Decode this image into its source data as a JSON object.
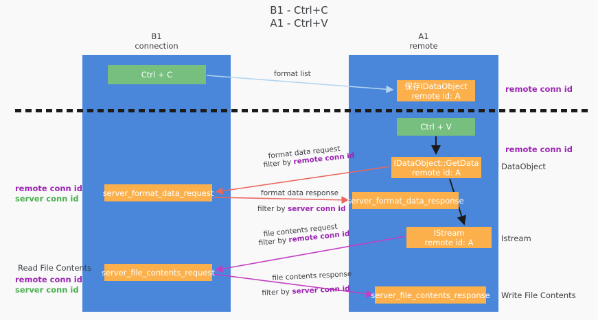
{
  "title": {
    "line1": "B1 - Ctrl+C",
    "line2": "A1 - Ctrl+V"
  },
  "columns": [
    {
      "id": "b1",
      "name": "B1",
      "role": "connection"
    },
    {
      "id": "a1",
      "name": "A1",
      "role": "remote"
    }
  ],
  "nodes": {
    "ctrl_c": {
      "label": "Ctrl + C",
      "color": "#76bf7e",
      "column": "b1"
    },
    "data_object": {
      "line1": "保存IDataObject",
      "line2": "remote id: A",
      "color": "#fbb04b",
      "column": "a1"
    },
    "ctrl_v": {
      "label": "Ctrl + V",
      "color": "#76bf7e",
      "column": "a1"
    },
    "get_data": {
      "line1": "IDataObject::GetData",
      "line2": "remote id: A",
      "color": "#fbb04b",
      "column": "a1"
    },
    "format_req": {
      "label": "server_format_data_request",
      "color": "#fbb04b",
      "column": "b1"
    },
    "format_resp": {
      "label": "server_format_data_response",
      "color": "#fbb04b",
      "column": "a1"
    },
    "istream": {
      "line1": "IStream",
      "line2": "remote id: A",
      "color": "#fbb04b",
      "column": "a1"
    },
    "file_req": {
      "label": "server_file_contents_request",
      "color": "#fbb04b",
      "column": "b1"
    },
    "file_resp": {
      "label": "server_file_contents_response",
      "color": "#fbb04b",
      "column": "a1"
    }
  },
  "arrow_captions": {
    "format_list": "format list",
    "format_data_request": "format data request",
    "format_data_request_filter_prefix": "filter by ",
    "format_data_request_filter_key": "remote conn id",
    "format_data_response": "format data response",
    "format_data_response_filter_prefix": "filter by ",
    "format_data_response_filter_key": "server conn id",
    "file_contents_request": "file contents request",
    "file_contents_request_filter_prefix": "filter by ",
    "file_contents_request_filter_key": "remote conn id",
    "file_contents_response": "file contents response",
    "file_contents_response_filter_prefix": "filter by ",
    "file_contents_response_filter_key": "server conn id"
  },
  "side_annotations": {
    "remote_conn_id_top": "remote conn id",
    "remote_conn_id_mid": "remote conn id",
    "data_object": "DataObject",
    "istream": "Istream",
    "write_file_contents": "Write File Contents"
  },
  "left_annotations": {
    "remote_conn_id_1": "remote conn id",
    "server_conn_id_1": "server conn id",
    "read_file_contents": "Read File Contents",
    "remote_conn_id_2": "remote conn id",
    "server_conn_id_2": "server conn id"
  },
  "colors": {
    "lane": "#4a86d9",
    "green_node": "#76bf7e",
    "orange_node": "#fbb04b",
    "arrow_light_blue": "#b3d4f0",
    "arrow_red": "#e8685f",
    "arrow_magenta": "#c23fc2",
    "arrow_black": "#1b1b1b",
    "accent_purple": "#9b27b0",
    "accent_green": "#4caf50",
    "background": "#f9f9fa"
  }
}
